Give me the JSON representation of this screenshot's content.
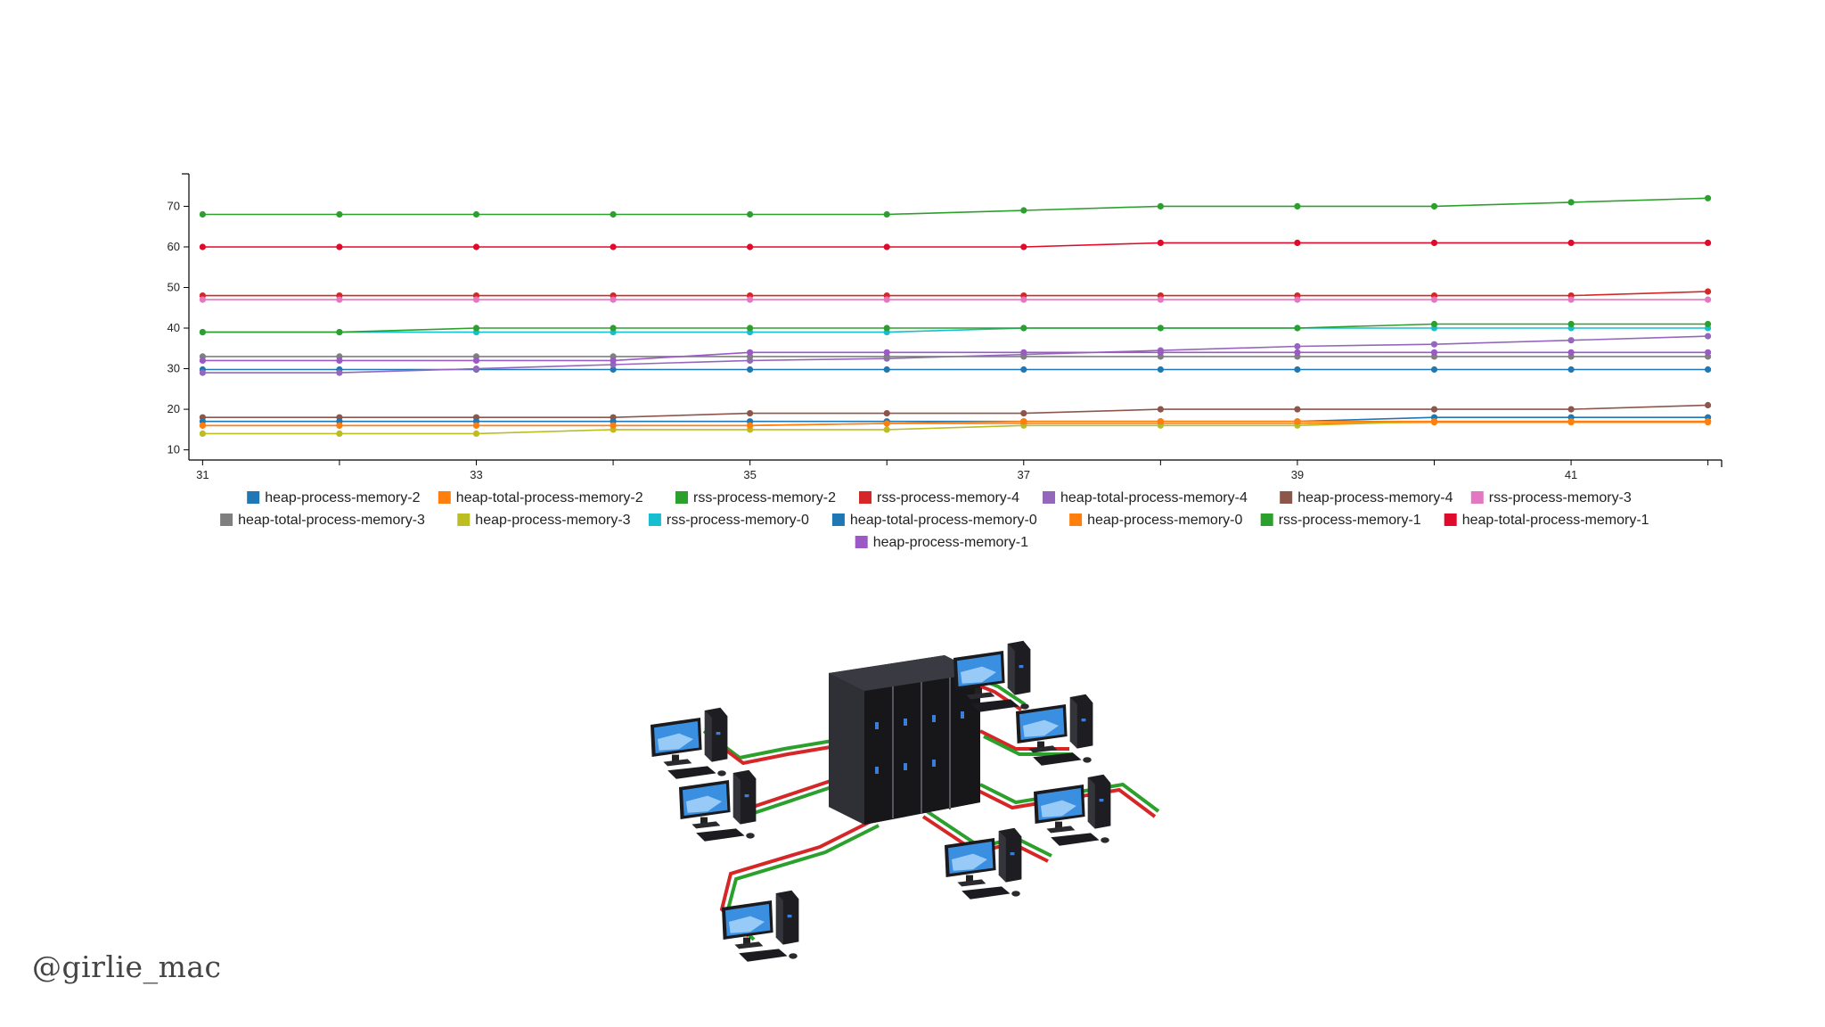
{
  "credit": "@girlie_mac",
  "illustration": {
    "name": "server-network-illustration",
    "icon": "server-rack-with-connected-computers"
  },
  "chart_data": {
    "type": "line",
    "title": "",
    "xlabel": "",
    "ylabel": "",
    "x": [
      31,
      32,
      33,
      34,
      35,
      36,
      37,
      38,
      39,
      40,
      41,
      42
    ],
    "xlim": [
      30.9,
      42.1
    ],
    "ylim": [
      7.5,
      78
    ],
    "x_ticks": [
      31,
      32,
      33,
      34,
      35,
      36,
      37,
      38,
      39,
      40,
      41,
      42
    ],
    "x_tick_labels": [
      "31",
      "",
      "33",
      "",
      "35",
      "",
      "37",
      "",
      "39",
      "",
      "41",
      ""
    ],
    "y_ticks": [
      10,
      20,
      30,
      40,
      50,
      60,
      70
    ],
    "grid": false,
    "legend_position": "bottom",
    "series": [
      {
        "name": "heap-process-memory-2",
        "color": "#1f77b4",
        "values": [
          29.8,
          29.8,
          29.8,
          29.8,
          29.8,
          29.8,
          29.8,
          29.8,
          29.8,
          29.8,
          29.8,
          29.8
        ]
      },
      {
        "name": "heap-total-process-memory-2",
        "color": "#ff7f0e",
        "values": [
          16,
          16,
          16,
          16,
          16,
          16.5,
          16.5,
          16.5,
          16.5,
          16.8,
          16.8,
          16.8
        ]
      },
      {
        "name": "rss-process-memory-2",
        "color": "#2ca02c",
        "values": [
          68,
          68,
          68,
          68,
          68,
          68,
          69,
          70,
          70,
          70,
          71,
          72
        ]
      },
      {
        "name": "rss-process-memory-4",
        "color": "#d62728",
        "values": [
          48,
          48,
          48,
          48,
          48,
          48,
          48,
          48,
          48,
          48,
          48,
          49
        ]
      },
      {
        "name": "heap-total-process-memory-4",
        "color": "#9467bd",
        "values": [
          29,
          29,
          30,
          31,
          32,
          32.5,
          33.5,
          34.5,
          35.5,
          36,
          37,
          38
        ]
      },
      {
        "name": "heap-process-memory-4",
        "color": "#8c564b",
        "values": [
          18,
          18,
          18,
          18,
          19,
          19,
          19,
          20,
          20,
          20,
          20,
          21
        ]
      },
      {
        "name": "rss-process-memory-3",
        "color": "#e377c2",
        "values": [
          47,
          47,
          47,
          47,
          47,
          47,
          47,
          47,
          47,
          47,
          47,
          47
        ]
      },
      {
        "name": "heap-total-process-memory-3",
        "color": "#7f7f7f",
        "values": [
          33,
          33,
          33,
          33,
          33,
          33,
          33,
          33,
          33,
          33,
          33,
          33
        ]
      },
      {
        "name": "heap-process-memory-3",
        "color": "#bcbd22",
        "values": [
          14,
          14,
          14,
          15,
          15,
          15,
          16,
          16,
          16,
          17,
          17,
          17
        ]
      },
      {
        "name": "rss-process-memory-0",
        "color": "#17becf",
        "values": [
          39,
          39,
          39,
          39,
          39,
          39,
          40,
          40,
          40,
          40,
          40,
          40
        ]
      },
      {
        "name": "heap-total-process-memory-0",
        "color": "#1f77b4",
        "values": [
          17,
          17,
          17,
          17,
          17,
          17,
          17,
          17,
          17,
          18,
          18,
          18
        ]
      },
      {
        "name": "heap-process-memory-0",
        "color": "#ff7f0e",
        "values": [
          16,
          16,
          16,
          16,
          16,
          16.5,
          17,
          17,
          17,
          17,
          17,
          17
        ]
      },
      {
        "name": "rss-process-memory-1",
        "color": "#2ca02c",
        "values": [
          39,
          39,
          40,
          40,
          40,
          40,
          40,
          40,
          40,
          41,
          41,
          41
        ]
      },
      {
        "name": "heap-total-process-memory-1",
        "color": "#e00a2a",
        "values": [
          60,
          60,
          60,
          60,
          60,
          60,
          60,
          61,
          61,
          61,
          61,
          61
        ]
      },
      {
        "name": "heap-process-memory-1",
        "color": "#9b59c6",
        "values": [
          32,
          32,
          32,
          32,
          34,
          34,
          34,
          34,
          34,
          34,
          34,
          34
        ]
      }
    ]
  }
}
